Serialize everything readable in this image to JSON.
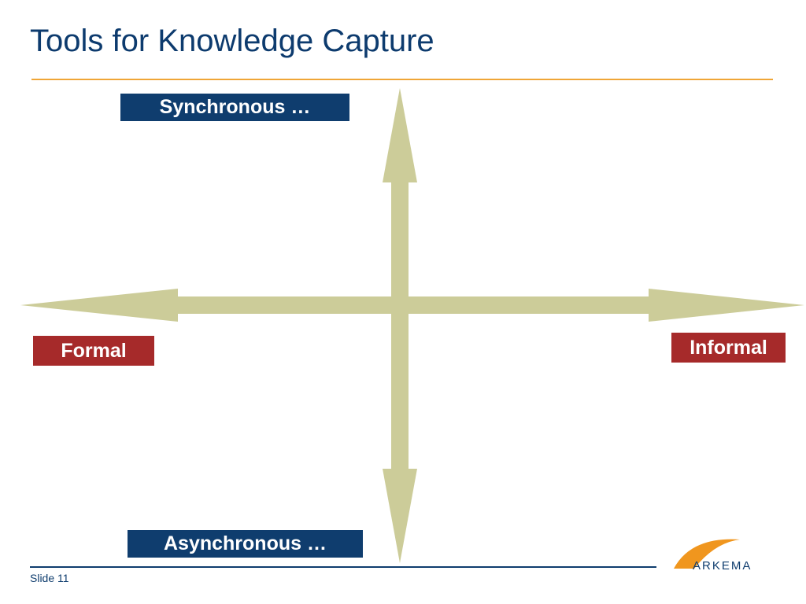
{
  "slide": {
    "title": "Tools for Knowledge Capture",
    "slide_number": "Slide 11"
  },
  "labels": {
    "top": "Synchronous …",
    "bottom": "Asynchronous …",
    "left": "Formal",
    "right": "Informal"
  },
  "logo": {
    "text": "ARKEMA"
  },
  "colors": {
    "title": "#0d3b6e",
    "accent_rule": "#f0a637",
    "arrows": "#cccc99",
    "label_blue": "#0f3d6e",
    "label_red": "#a62a2a",
    "logo_orange": "#f0961e"
  }
}
